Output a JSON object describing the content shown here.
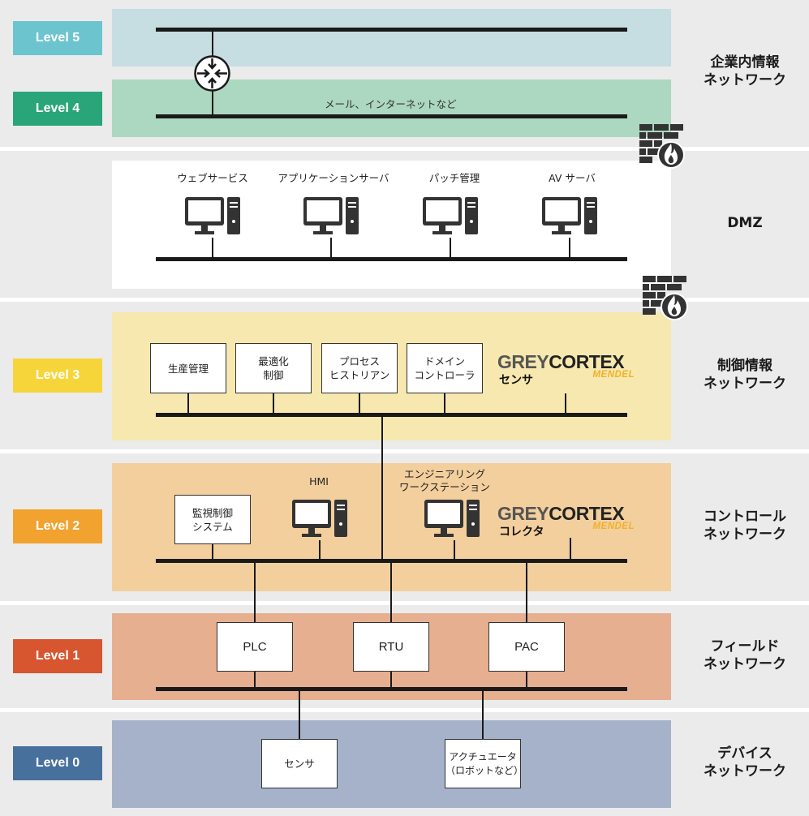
{
  "levels": {
    "l5": {
      "label": "Level 5",
      "color": "#6cc4cf"
    },
    "l4": {
      "label": "Level 4",
      "color": "#2aa57a"
    },
    "l3": {
      "label": "Level 3",
      "color": "#f6d53b"
    },
    "l2": {
      "label": "Level 2",
      "color": "#f2a22f"
    },
    "l1": {
      "label": "Level 1",
      "color": "#d7552f"
    },
    "l0": {
      "label": "Level 0",
      "color": "#47709c"
    }
  },
  "networks": {
    "enterprise": "企業内情報\nネットワーク",
    "dmz": "DMZ",
    "control_info": "制御情報\nネットワーク",
    "control": "コントロール\nネットワーク",
    "field": "フィールド\nネットワーク",
    "device": "デバイス\nネットワーク"
  },
  "enterprise": {
    "bus_label": "メール、インターネットなど"
  },
  "dmz": {
    "servers": [
      "ウェブサービス",
      "アプリケーションサーバ",
      "パッチ管理",
      "AV サーバ"
    ]
  },
  "level3": {
    "boxes": [
      "生産管理",
      "最適化\n制御",
      "プロセス\nヒストリアン",
      "ドメイン\nコントローラ"
    ],
    "sensor": {
      "brand_a": "GREY",
      "brand_b": "CORTEX",
      "mendel": "MENDEL",
      "sub": "センサ"
    }
  },
  "level2": {
    "scada": "監視制御\nシステム",
    "hmi": "HMI",
    "ews": "エンジニアリング\nワークステーション",
    "collector": {
      "brand_a": "GREY",
      "brand_b": "CORTEX",
      "mendel": "MENDEL",
      "sub": "コレクタ"
    }
  },
  "level1": {
    "devices": [
      "PLC",
      "RTU",
      "PAC"
    ]
  },
  "level0": {
    "devices": [
      "センサ",
      "アクチュエータ\n（ロボットなど）"
    ]
  },
  "icons": [
    "router-icon",
    "firewall-icon",
    "computer-icon"
  ],
  "colors": {
    "panel_l5": "#c6dde2",
    "panel_l4": "#acd7c0",
    "panel_dmz": "#ffffff",
    "panel_l3": "#f6e8ae",
    "panel_l2": "#f2cf9d",
    "panel_l1": "#e6af90",
    "panel_l0": "#a6b2ca"
  }
}
